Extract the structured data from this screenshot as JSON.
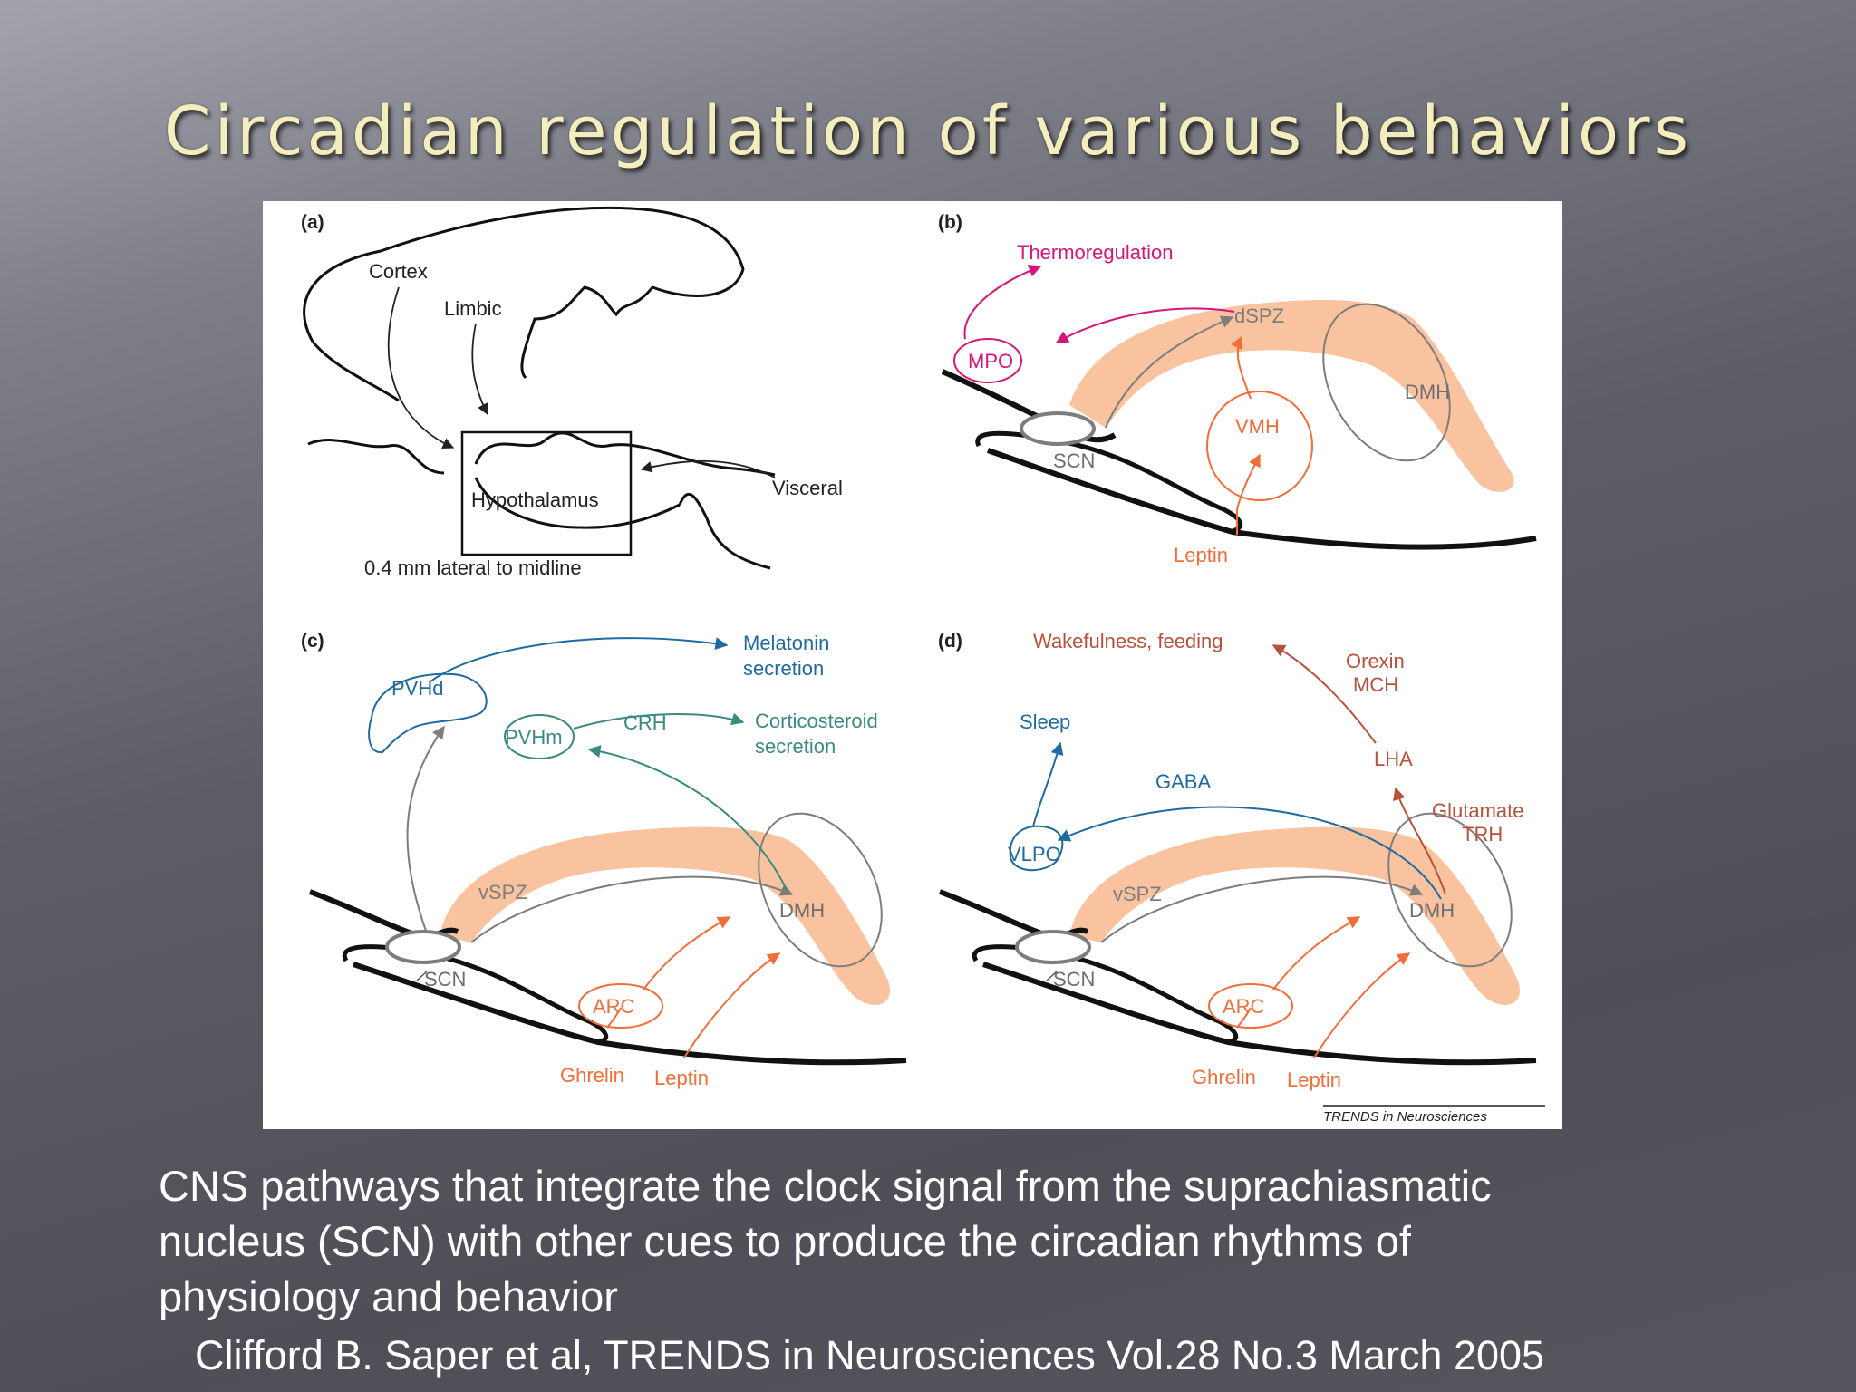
{
  "slide": {
    "title": "Circadian regulation of various behaviors",
    "caption_lines": [
      "CNS pathways that integrate the clock signal from the suprachiasmatic",
      "nucleus (SCN) with other cues to produce the circadian rhythms of",
      "physiology and behavior"
    ],
    "citation": "Clifford B. Saper et al, TRENDS in Neurosciences Vol.28 No.3 March 2005"
  },
  "figure": {
    "source_credit": "TRENDS in Neurosciences",
    "panel_a": {
      "letter": "(a)",
      "cortex": "Cortex",
      "limbic": "Limbic",
      "hypothalamus": "Hypothalamus",
      "visceral": "Visceral",
      "section_note": "0.4 mm lateral to midline"
    },
    "panel_b": {
      "letter": "(b)",
      "thermoregulation": "Thermoregulation",
      "mpo": "MPO",
      "dspz": "dSPZ",
      "dmh": "DMH",
      "vmh": "VMH",
      "scn": "SCN",
      "leptin": "Leptin"
    },
    "panel_c": {
      "letter": "(c)",
      "pvhd": "PVHd",
      "pvhm": "PVHm",
      "melatonin_1": "Melatonin",
      "melatonin_2": "secretion",
      "crh": "CRH",
      "corticosteroid_1": "Corticosteroid",
      "corticosteroid_2": "secretion",
      "vspz": "vSPZ",
      "dmh": "DMH",
      "scn": "SCN",
      "arc": "ARC",
      "ghrelin": "Ghrelin",
      "leptin": "Leptin"
    },
    "panel_d": {
      "letter": "(d)",
      "wakefulness": "Wakefulness, feeding",
      "orexin": "Orexin",
      "mch": "MCH",
      "sleep": "Sleep",
      "lha": "LHA",
      "gaba": "GABA",
      "glutamate": "Glutamate",
      "trh": "TRH",
      "vlpo": "VLPO",
      "vspz": "vSPZ",
      "dmh": "DMH",
      "scn": "SCN",
      "arc": "ARC",
      "ghrelin": "Ghrelin",
      "leptin": "Leptin"
    }
  },
  "colors": {
    "title": "#f4eebd",
    "pink": "#d6157a",
    "orange": "#f26d38",
    "blue": "#1f6aa0",
    "teal": "#3b8a80",
    "red_brown": "#b8503a",
    "spz_fill": "#f9c3a0",
    "gray": "#7d7d7d"
  }
}
